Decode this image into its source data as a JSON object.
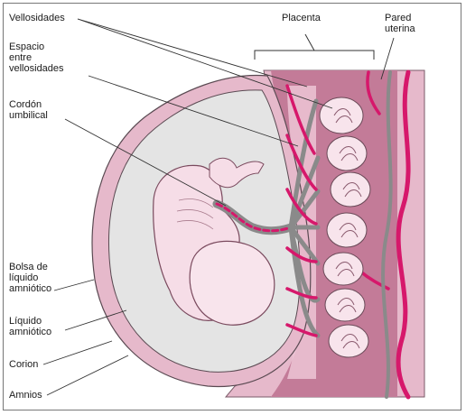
{
  "labels": {
    "vellosidades": "Vellosidades",
    "espacio": [
      "Espacio",
      "entre",
      "vellosidades"
    ],
    "cordon": [
      "Cordón",
      "umbilical"
    ],
    "bolsa": [
      "Bolsa de",
      "líquido",
      "amniótico"
    ],
    "liquido": [
      "Líquido",
      "amniótico"
    ],
    "corion": "Corion",
    "amnios": "Amnios",
    "placenta": "Placenta",
    "pared": [
      "Pared",
      "uterina"
    ]
  },
  "colors": {
    "magenta": "#d6186b",
    "uterine_wall": "#c37b98",
    "uterine_wall_light": "#e6b9cb",
    "placenta_pink": "#f0cbd9",
    "amniotic_fluid": "#e4e4e4",
    "fetus_skin": "#f6dde7",
    "cord_gray": "#8a8a8a"
  }
}
